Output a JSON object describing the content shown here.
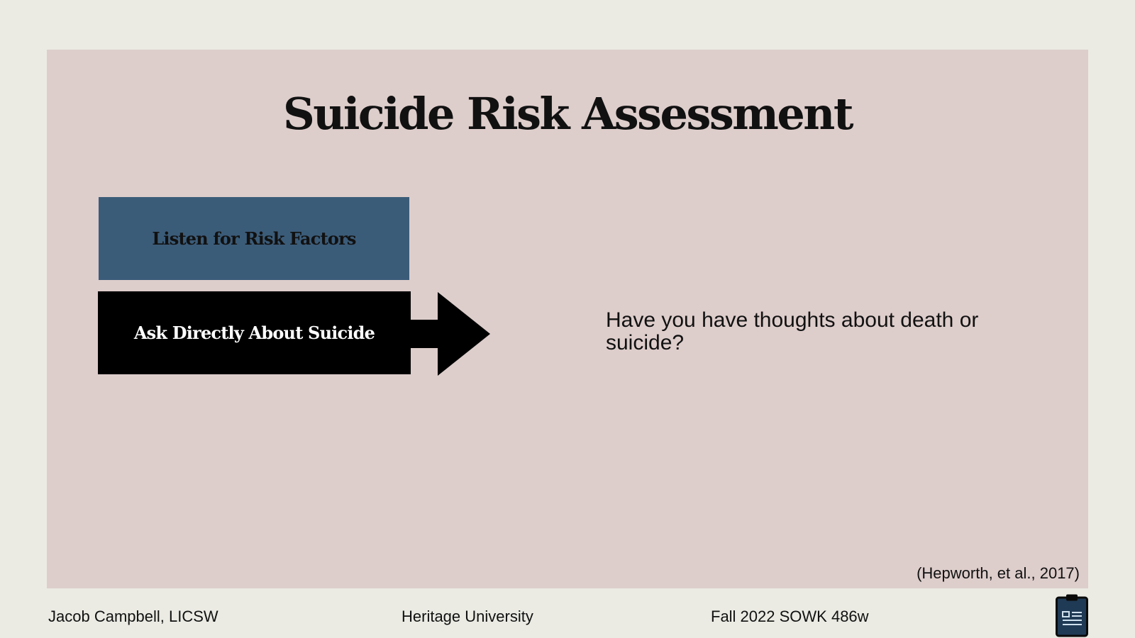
{
  "slide": {
    "title": "Suicide Risk Assessment",
    "steps": [
      {
        "label": "Listen for Risk Factors",
        "color": "#3b5c79"
      },
      {
        "label": "Ask Directly About Suicide",
        "color": "#000000"
      }
    ],
    "question": "Have you have thoughts about death or suicide?",
    "citation": "(Hepworth, et al., 2017)"
  },
  "footer": {
    "author": "Jacob Campbell, LICSW",
    "institution": "Heritage University",
    "course": "Fall 2022 SOWK 486w",
    "icon": "clipboard-icon"
  },
  "colors": {
    "page_background": "#ebebe4",
    "slide_background": "#ddcdcb",
    "accent": "#3b5c79"
  }
}
